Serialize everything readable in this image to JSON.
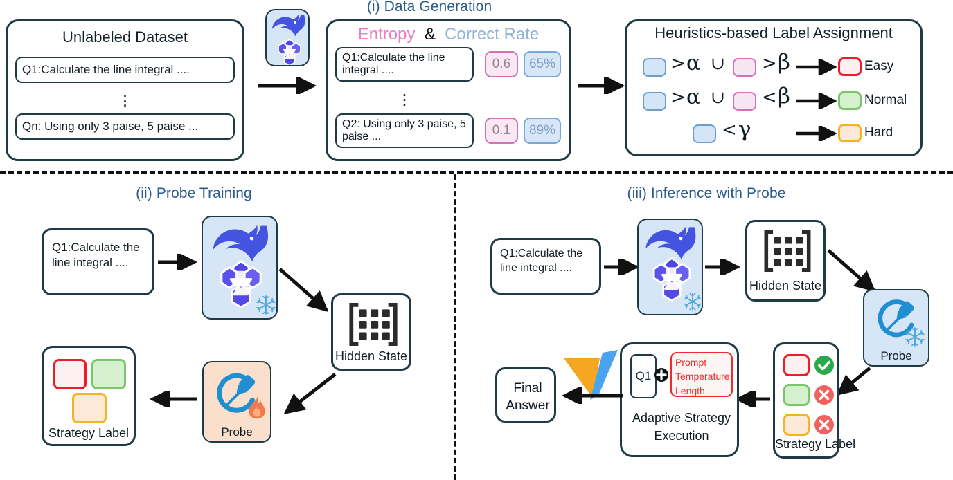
{
  "figure": {
    "title_i": "(i) Data Generation",
    "title_ii": "(ii) Probe Training",
    "title_iii": "(iii) Inference with Probe"
  },
  "colors": {
    "panel_title": "#2a5c8f",
    "entropy": "#e87fc4",
    "correct_rate": "#93b2d8",
    "easy": "#ee1c25",
    "normal": "#79c66c",
    "hard": "#f5b323",
    "model_card": "#d6e6f7",
    "probe_train": "#fadfcc",
    "probe_infer": "#d6e6f7",
    "outline": "#1d3a45",
    "check_green": "#2aa84a",
    "cross_red": "#f0625f"
  },
  "stage_i": {
    "dataset": {
      "title": "Unlabeled Dataset",
      "items": [
        "Q1:Calculate the line integral ....",
        "Qn: Using only 3 paise, 5 paise ..."
      ],
      "ellipsis": "⋮"
    },
    "scored": {
      "header": {
        "entropy": "Entropy",
        "amp": "&",
        "correct": "Correct Rate"
      },
      "rows": [
        {
          "question": "Q1:Calculate the line integral ....",
          "entropy": "0.6",
          "correct_rate": "65%"
        },
        {
          "question": "Q2: Using only 3 paise, 5 paise ...",
          "entropy": "0.1",
          "correct_rate": "89%"
        }
      ]
    },
    "heuristics": {
      "title": "Heuristics-based Label Assignment",
      "rules": [
        {
          "op1": ">",
          "sym1": "α",
          "conj": "∪",
          "op2": ">",
          "sym2": "β",
          "label": "Easy"
        },
        {
          "op1": ">",
          "sym1": "α",
          "conj": "∪",
          "op2": "<",
          "sym2": "β",
          "label": "Normal"
        },
        {
          "op1": "<",
          "sym1": "γ",
          "conj": "",
          "op2": "",
          "sym2": "",
          "label": "Hard"
        }
      ]
    }
  },
  "stage_ii": {
    "question": "Q1:Calculate the line integral ....",
    "model_icon": "deepseek-whale-icon",
    "frozen_icon": "snowflake-icon",
    "hidden_state_label": "Hidden State",
    "probe_label": "Probe",
    "trainable_icon": "flame-icon",
    "strategy_label": "Strategy Label"
  },
  "stage_iii": {
    "question": "Q1:Calculate the line integral ....",
    "hidden_state_label": "Hidden State",
    "probe_label": "Probe",
    "strategy_label_title": "Strategy Label",
    "strategy_rows": [
      {
        "color": "easy",
        "mark": "check"
      },
      {
        "color": "normal",
        "mark": "cross"
      },
      {
        "color": "hard",
        "mark": "cross"
      }
    ],
    "execution": {
      "q_token": "Q1",
      "plus": "⊕",
      "params": [
        "Prompt",
        "Temperature",
        "Length"
      ],
      "caption_line1": "Adaptive Strategy",
      "caption_line2": "Execution"
    },
    "final_answer_line1": "Final",
    "final_answer_line2": "Answer"
  }
}
